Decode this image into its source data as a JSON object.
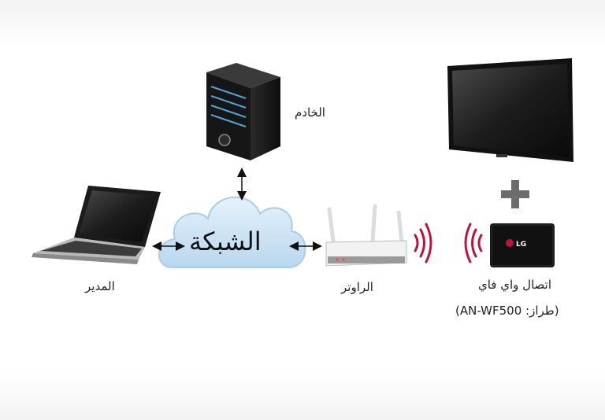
{
  "diagram": {
    "nodes": {
      "server": {
        "label": "الخادم",
        "icon": "server-tower-icon"
      },
      "network": {
        "label": "الشبكة",
        "icon": "cloud-icon"
      },
      "manager": {
        "label": "المدير",
        "icon": "laptop-icon"
      },
      "router": {
        "label": "الراوتر",
        "icon": "router-icon"
      },
      "wifi_module": {
        "label": "اتصال واي فاي",
        "model_label": "(طراز: AN-WF500)",
        "icon": "wifi-dongle-icon",
        "brand": "LG"
      },
      "display": {
        "icon": "display-icon"
      }
    },
    "connectors": [
      "bidirectional-arrow",
      "bidirectional-arrow",
      "bidirectional-arrow"
    ],
    "plus_symbol": "plus-icon",
    "colors": {
      "wifi_waves": "#c0123c",
      "cloud_fill": "#cfe6f6",
      "plus": "#6d6d6d",
      "device_dark": "#1a1a1a"
    }
  }
}
